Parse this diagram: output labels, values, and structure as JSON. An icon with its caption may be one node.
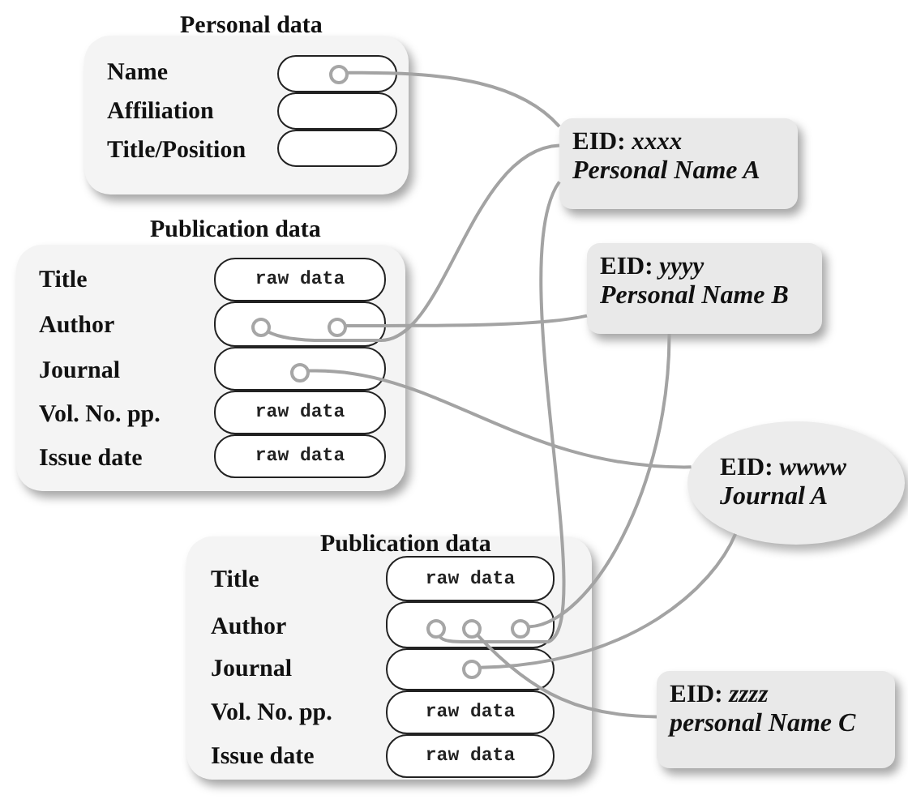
{
  "diagram": {
    "nodes": [
      {
        "text": [
          "Personal data",
          "Name",
          "Affiliation",
          "Title/Position"
        ]
      },
      {
        "text": [],
        "shape": "box",
        "in": 0
      },
      {
        "text": [],
        "shape": "circle",
        "in": 1
      },
      {
        "text": [],
        "shape": "box",
        "in": 0
      },
      {
        "text": [],
        "shape": "box",
        "in": 0
      },
      {
        "text": [
          "EID: *xxxx*",
          "Personal Name A"
        ]
      },
      {
        "text": [
          "Publication data",
          "Title",
          "Author",
          "Journal",
          "Vol. No. pp.",
          "Issue date"
        ]
      },
      {
        "text": [
          "raw data"
        ],
        "in": 6
      },
      {
        "text": [],
        "shape": "box",
        "in": 6
      },
      {
        "text": [],
        "shape": "circle",
        "in": 8
      },
      {
        "text": [],
        "shape": "circle",
        "in": 8
      },
      {
        "text": [],
        "shape": "box",
        "in": 6
      },
      {
        "text": [],
        "shape": "circle",
        "in": 11
      },
      {
        "text": [
          "raw data"
        ],
        "in": 6
      },
      {
        "text": [
          "raw data"
        ],
        "in": 6
      },
      {
        "text": [
          "EID: *yyyy*",
          "Personal Name B"
        ]
      },
      {
        "text": [
          "EID: *wwww*",
          "Journal A"
        ]
      },
      {
        "text": [
          "Publication data",
          "Title",
          "Author",
          "Journal",
          "Vol. No. pp.",
          "Issue date"
        ]
      },
      {
        "text": [
          "raw data"
        ],
        "in": 17
      },
      {
        "text": [],
        "shape": "box",
        "in": 17
      },
      {
        "text": [],
        "shape": "circle",
        "in": 19
      },
      {
        "text": [],
        "shape": "circle",
        "in": 19
      },
      {
        "text": [],
        "shape": "circle",
        "in": 19
      },
      {
        "text": [],
        "shape": "box",
        "in": 17
      },
      {
        "text": [],
        "shape": "circle",
        "in": 23
      },
      {
        "text": [
          "raw data"
        ],
        "in": 17
      },
      {
        "text": [
          "raw data"
        ],
        "in": 17
      },
      {
        "text": [
          "EID: *zzzz*",
          "personal Name C"
        ]
      }
    ],
    "edges": [
      {
        "from": 2,
        "to": 5,
        "arrow": "none"
      },
      {
        "from": 9,
        "to": 5,
        "arrow": "none"
      },
      {
        "from": 10,
        "to": 15,
        "arrow": "none"
      },
      {
        "from": 12,
        "to": 16,
        "arrow": "none"
      },
      {
        "from": 20,
        "to": 5,
        "arrow": "none"
      },
      {
        "from": 21,
        "to": 27,
        "arrow": "none"
      },
      {
        "from": 22,
        "to": 15,
        "arrow": "none"
      },
      {
        "from": 24,
        "to": 16,
        "arrow": "none"
      }
    ]
  }
}
